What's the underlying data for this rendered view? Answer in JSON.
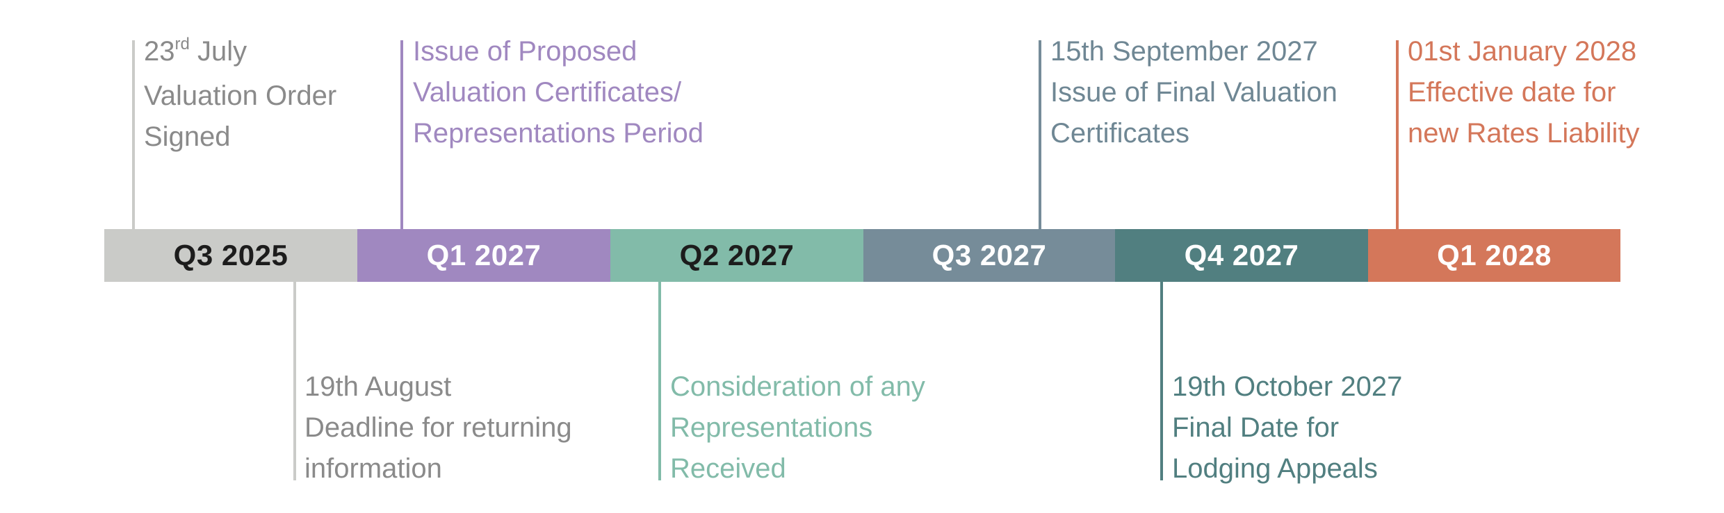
{
  "colors": {
    "q3_2025": "#cacbc8",
    "q1_2027": "#a088c0",
    "q2_2027": "#82bba9",
    "q3_2027": "#768c99",
    "q4_2027": "#517f80",
    "q1_2028": "#d4775a",
    "grey_text": "#8a8a8a",
    "purple_text": "#a088c0",
    "green_text": "#82bba9",
    "slate_text": "#6f8794",
    "teal_text": "#517f80",
    "orange_text": "#d4775a"
  },
  "segments": [
    {
      "label": "Q3 2025"
    },
    {
      "label": "Q1 2027"
    },
    {
      "label": "Q2 2027"
    },
    {
      "label": "Q3 2027"
    },
    {
      "label": "Q4 2027"
    },
    {
      "label": "Q1 2028"
    }
  ],
  "events_above": [
    {
      "date_day": "23",
      "date_suffix": "rd",
      "date_month": " July",
      "lines": [
        "Valuation Order",
        "Signed"
      ]
    },
    {
      "lines": [
        "Issue of Proposed",
        "Valuation Certificates/",
        "Representations Period"
      ]
    },
    {
      "lines": [
        "15th September 2027",
        "Issue of Final Valuation",
        "Certificates"
      ]
    },
    {
      "lines": [
        "01st January 2028",
        "Effective date for",
        "new Rates Liability"
      ]
    }
  ],
  "events_below": [
    {
      "lines": [
        "19th August",
        "Deadline for returning",
        "information"
      ]
    },
    {
      "lines": [
        "Consideration of any",
        "Representations",
        "Received"
      ]
    },
    {
      "lines": [
        "19th October 2027",
        "Final Date for",
        "Lodging Appeals"
      ]
    }
  ]
}
